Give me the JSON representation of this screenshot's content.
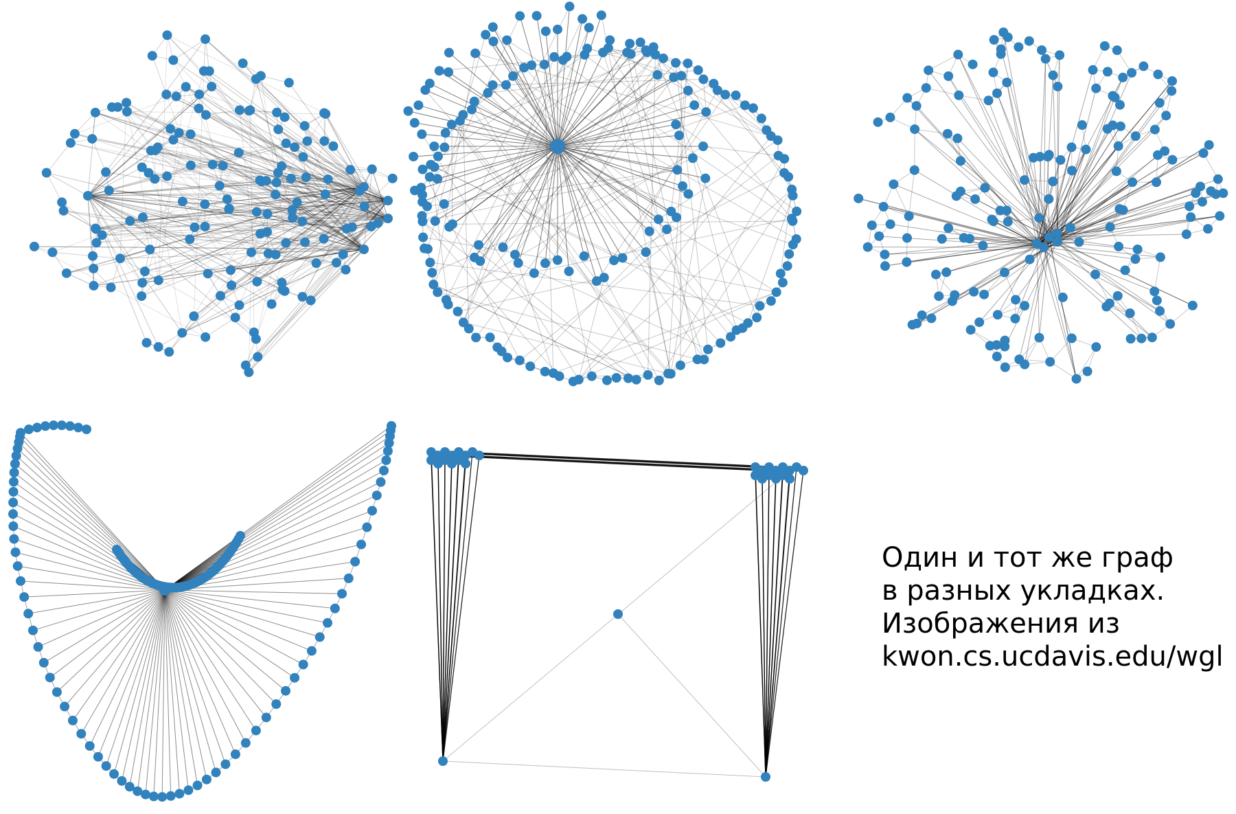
{
  "node_color": "#3182bd",
  "edge_color": "#000000",
  "caption": {
    "lines": [
      "Один и тот же граф",
      "в разных укладках.",
      "Изображения из",
      "kwon.cs.ucdavis.edu/wgl"
    ]
  },
  "panels": [
    {
      "id": "layout-1",
      "style": "random scatter with hub nodes"
    },
    {
      "id": "layout-2",
      "style": "radial hub with outer ring"
    },
    {
      "id": "layout-3",
      "style": "force-directed circular"
    },
    {
      "id": "layout-4",
      "style": "parabolic curve"
    },
    {
      "id": "layout-5",
      "style": "clustered corners"
    }
  ]
}
